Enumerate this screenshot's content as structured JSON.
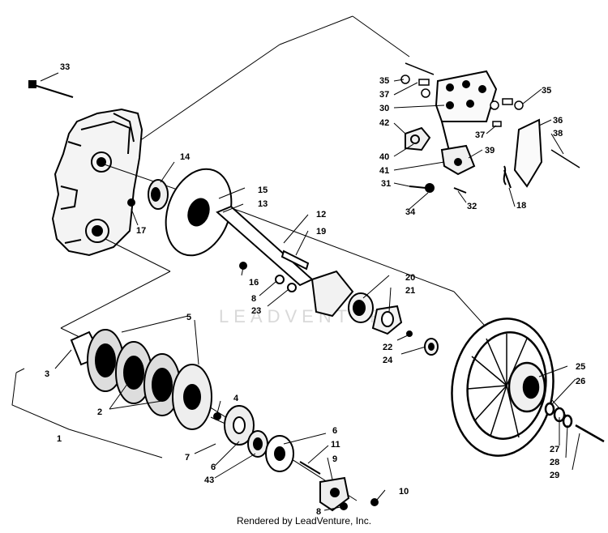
{
  "watermark": "LEADVENTURE",
  "footer": "Rendered by LeadVenture, Inc.",
  "callouts": {
    "c1": "1",
    "c2": "2",
    "c3": "3",
    "c4": "4",
    "c5": "5",
    "c6a": "6",
    "c6b": "6",
    "c7": "7",
    "c8a": "8",
    "c8b": "8",
    "c9": "9",
    "c10": "10",
    "c11": "11",
    "c12": "12",
    "c13": "13",
    "c14": "14",
    "c15": "15",
    "c16": "16",
    "c17": "17",
    "c18": "18",
    "c19": "19",
    "c20": "20",
    "c21": "21",
    "c22": "22",
    "c23": "23",
    "c24": "24",
    "c25": "25",
    "c26": "26",
    "c27": "27",
    "c28": "28",
    "c29": "29",
    "c30": "30",
    "c31": "31",
    "c32": "32",
    "c33": "33",
    "c34": "34",
    "c35a": "35",
    "c35b": "35",
    "c36": "36",
    "c37a": "37",
    "c37b": "37",
    "c38": "38",
    "c39": "39",
    "c40": "40",
    "c41": "41",
    "c42": "42",
    "c43": "43"
  }
}
